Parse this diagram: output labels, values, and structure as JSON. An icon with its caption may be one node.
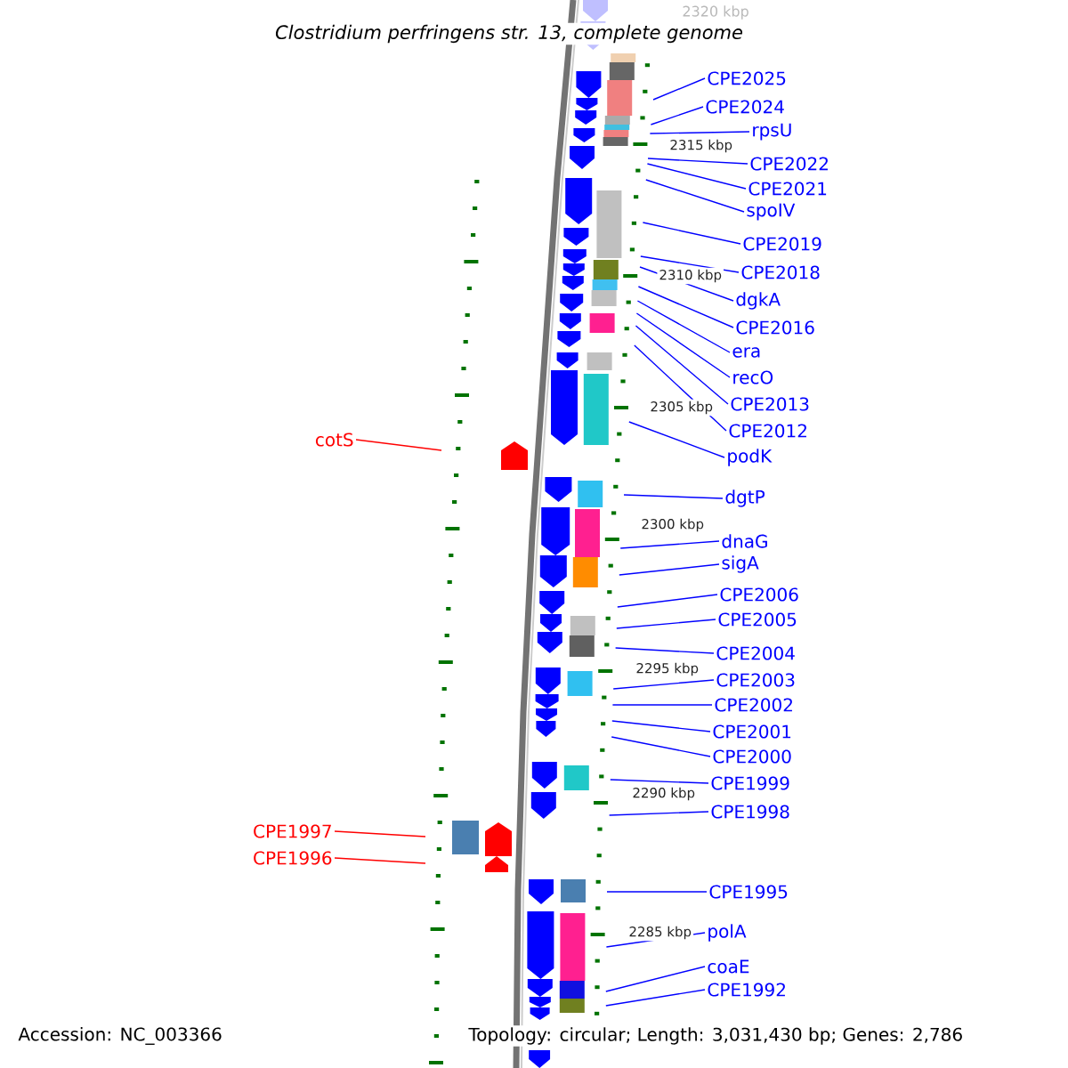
{
  "diagram": {
    "title": "*Clostridium perfringens* str. 13, complete genome",
    "nodes": [
      {
        "text": [
          "CPE2025"
        ]
      },
      {
        "text": [
          "CPE2024"
        ]
      },
      {
        "text": [
          "rpsU"
        ]
      },
      {
        "text": [
          "CPE2022"
        ]
      },
      {
        "text": [
          "CPE2021"
        ]
      },
      {
        "text": [
          "spoIV"
        ]
      },
      {
        "text": [
          "CPE2019"
        ]
      },
      {
        "text": [
          "CPE2018"
        ]
      },
      {
        "text": [
          "dgkA"
        ]
      },
      {
        "text": [
          "CPE2016"
        ]
      },
      {
        "text": [
          "era"
        ]
      },
      {
        "text": [
          "recO"
        ]
      },
      {
        "text": [
          "CPE2013"
        ]
      },
      {
        "text": [
          "CPE2012"
        ]
      },
      {
        "text": [
          "podK"
        ]
      },
      {
        "text": [
          "dgtP"
        ]
      },
      {
        "text": [
          "dnaG"
        ]
      },
      {
        "text": [
          "sigA"
        ]
      },
      {
        "text": [
          "CPE2006"
        ]
      },
      {
        "text": [
          "CPE2005"
        ]
      },
      {
        "text": [
          "CPE2004"
        ]
      },
      {
        "text": [
          "CPE2003"
        ]
      },
      {
        "text": [
          "CPE2002"
        ]
      },
      {
        "text": [
          "CPE2001"
        ]
      },
      {
        "text": [
          "CPE2000"
        ]
      },
      {
        "text": [
          "CPE1999"
        ]
      },
      {
        "text": [
          "CPE1998"
        ]
      },
      {
        "text": [
          "CPE1995"
        ]
      },
      {
        "text": [
          "polA"
        ]
      },
      {
        "text": [
          "coaE"
        ]
      },
      {
        "text": [
          "CPE1992"
        ]
      },
      {
        "text": [
          "cotS"
        ]
      },
      {
        "text": [
          "CPE1997"
        ]
      },
      {
        "text": [
          "CPE1996"
        ]
      }
    ],
    "edges": [
      {
        "from": 0,
        "to": null,
        "arrow": "none"
      },
      {
        "from": 1,
        "to": null,
        "arrow": "none"
      },
      {
        "from": 2,
        "to": null,
        "arrow": "none"
      },
      {
        "from": 3,
        "to": null,
        "arrow": "none"
      },
      {
        "from": 4,
        "to": null,
        "arrow": "none"
      },
      {
        "from": 5,
        "to": null,
        "arrow": "none"
      },
      {
        "from": 6,
        "to": null,
        "arrow": "none"
      },
      {
        "from": 7,
        "to": null,
        "arrow": "none"
      },
      {
        "from": 8,
        "to": null,
        "arrow": "none"
      },
      {
        "from": 9,
        "to": null,
        "arrow": "none"
      },
      {
        "from": 10,
        "to": null,
        "arrow": "none"
      },
      {
        "from": 11,
        "to": null,
        "arrow": "none"
      },
      {
        "from": 12,
        "to": null,
        "arrow": "none"
      },
      {
        "from": 13,
        "to": null,
        "arrow": "none"
      },
      {
        "from": 14,
        "to": null,
        "arrow": "none"
      },
      {
        "from": 15,
        "to": null,
        "arrow": "none"
      },
      {
        "from": 16,
        "to": null,
        "arrow": "none"
      },
      {
        "from": 17,
        "to": null,
        "arrow": "none"
      },
      {
        "from": 18,
        "to": null,
        "arrow": "none"
      },
      {
        "from": 19,
        "to": null,
        "arrow": "none"
      },
      {
        "from": 20,
        "to": null,
        "arrow": "none"
      },
      {
        "from": 21,
        "to": null,
        "arrow": "none"
      },
      {
        "from": 22,
        "to": null,
        "arrow": "none"
      },
      {
        "from": 23,
        "to": null,
        "arrow": "none"
      },
      {
        "from": 24,
        "to": null,
        "arrow": "none"
      },
      {
        "from": 25,
        "to": null,
        "arrow": "none"
      },
      {
        "from": 26,
        "to": null,
        "arrow": "none"
      },
      {
        "from": 27,
        "to": null,
        "arrow": "none"
      },
      {
        "from": 28,
        "to": null,
        "arrow": "none"
      },
      {
        "from": 29,
        "to": null,
        "arrow": "none"
      },
      {
        "from": 30,
        "to": null,
        "arrow": "none"
      },
      {
        "from": 31,
        "to": null,
        "arrow": "none",
        "color": "#ff0000"
      },
      {
        "from": 32,
        "to": null,
        "arrow": "none",
        "color": "#ff0000"
      },
      {
        "from": 33,
        "to": null,
        "arrow": "none",
        "color": "#ff0000"
      }
    ],
    "labels": [
      "2320 kbp",
      "2315 kbp",
      "2310 kbp",
      "2305 kbp",
      "2300 kbp",
      "2295 kbp",
      "2290 kbp",
      "2285 kbp",
      "Accession: NC_003366",
      "Topology: circular; Length: 3,031,430 bp; Genes: 2,786"
    ]
  }
}
